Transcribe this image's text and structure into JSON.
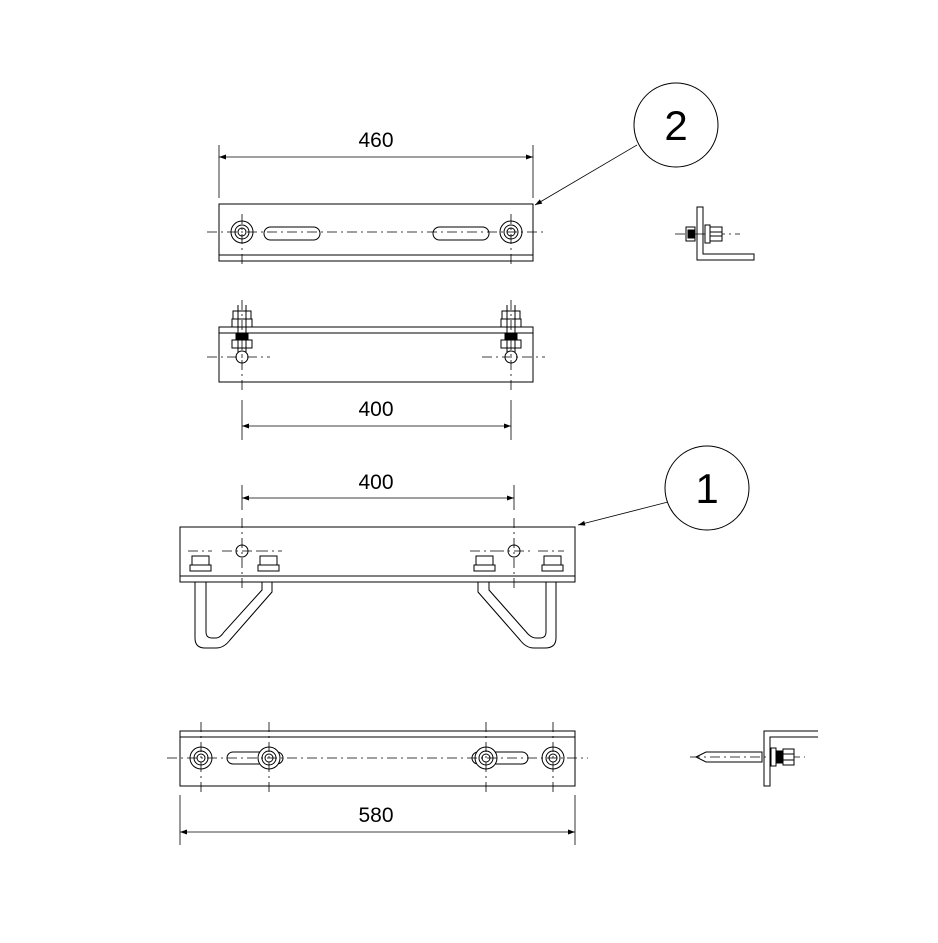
{
  "dimensions": {
    "top_bracket_length": "460",
    "top_bracket_hole_spacing": "400",
    "lower_bracket_hole_spacing": "400",
    "lower_bracket_length": "580"
  },
  "callouts": {
    "part_1": "1",
    "part_2": "2"
  },
  "colors": {
    "line": "#000000",
    "background": "#ffffff"
  }
}
